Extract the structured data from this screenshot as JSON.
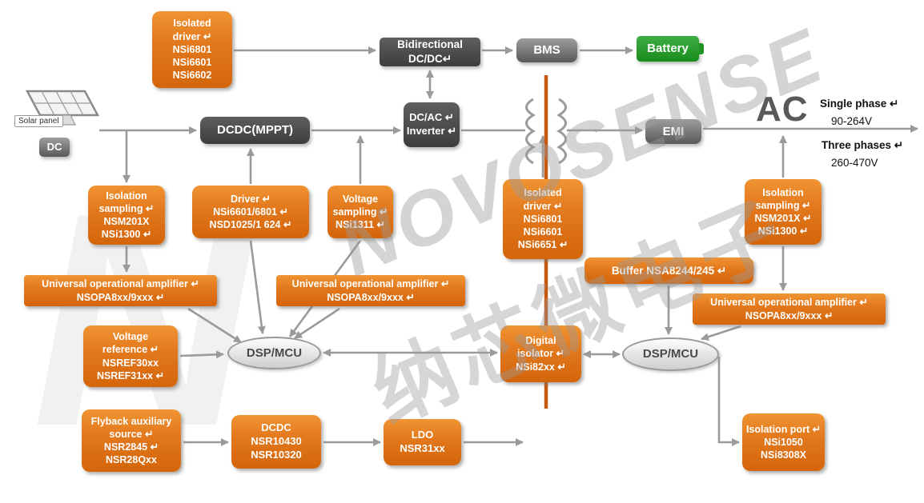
{
  "watermark": {
    "brand": "NOVOSENSE",
    "cjk": "纳芯微电子",
    "letter": "N"
  },
  "solar_panel": {
    "label": "Solar panel",
    "badge": "DC"
  },
  "ac": {
    "label": "AC",
    "single_phase": "Single phase ↵",
    "single_range": "90-264V",
    "three_phase": "Three phases ↵",
    "three_range": "260-470V"
  },
  "nodes": {
    "isolated_driver_top": {
      "lines": [
        "Isolated",
        "driver ↵",
        "NSi6801",
        "NSi6601",
        "NSi6602"
      ]
    },
    "bidirectional_dcdc": {
      "lines": [
        "Bidirectional",
        "DC/DC↵"
      ]
    },
    "bms": {
      "label": "BMS"
    },
    "battery": {
      "label": "Battery"
    },
    "dcdc_mppt": {
      "label": "DCDC(MPPT)"
    },
    "dcac_inverter": {
      "lines": [
        "DC/AC ↵",
        "Inverter ↵"
      ]
    },
    "emi": {
      "label": "EMI"
    },
    "isolation_sampling_left": {
      "lines": [
        "Isolation",
        "sampling ↵",
        "NSM201X",
        "NSi1300 ↵"
      ]
    },
    "driver": {
      "lines": [
        "Driver ↵",
        "NSi6601/6801 ↵",
        "NSD1025/1 624 ↵"
      ]
    },
    "voltage_sampling": {
      "lines": [
        "Voltage",
        "sampling ↵",
        "NSi1311 ↵"
      ]
    },
    "isolated_driver_mid": {
      "lines": [
        "Isolated",
        "driver ↵",
        "NSi6801",
        "NSi6601",
        "NSi6651 ↵"
      ]
    },
    "isolation_sampling_right": {
      "lines": [
        "Isolation",
        "sampling ↵",
        "NSM201X ↵",
        "NSi1300 ↵"
      ]
    },
    "buffer": {
      "label": "Buffer NSA8244/245 ↵"
    },
    "opamp_left": {
      "lines": [
        "Universal operational amplifier ↵",
        "NSOPA8xx/9xxx ↵"
      ]
    },
    "opamp_center": {
      "lines": [
        "Universal operational amplifier ↵",
        "NSOPA8xx/9xxx ↵"
      ]
    },
    "opamp_right": {
      "lines": [
        "Universal operational amplifier ↵",
        "NSOPA8xx/9xxx ↵"
      ]
    },
    "voltage_reference": {
      "lines": [
        "Voltage",
        "reference ↵",
        "NSREF30xx",
        "NSREF31xx ↵"
      ]
    },
    "dsp_mcu_left": {
      "label": "DSP/MCU"
    },
    "digital_isolator": {
      "lines": [
        "Digital",
        "isolator ↵",
        "NSi82xx ↵"
      ]
    },
    "dsp_mcu_right": {
      "label": "DSP/MCU"
    },
    "flyback": {
      "lines": [
        "Flyback auxiliary",
        "source ↵",
        "NSR2845 ↵",
        "NSR28Qxx"
      ]
    },
    "dcdc_bottom": {
      "lines": [
        "DCDC",
        "NSR10430",
        "NSR10320"
      ]
    },
    "ldo": {
      "lines": [
        "LDO",
        "NSR31xx"
      ]
    },
    "isolation_port": {
      "lines": [
        "Isolation port ↵",
        "NSi1050",
        "NSi8308X"
      ]
    }
  },
  "colors": {
    "orange_box": "#E2771B",
    "dark_box": "#4A4A4C",
    "gray_box": "#7A7A7C",
    "green_box": "#2EA12E",
    "arrow": "#9A9A9A",
    "isolation_barrier": "#C65911"
  }
}
